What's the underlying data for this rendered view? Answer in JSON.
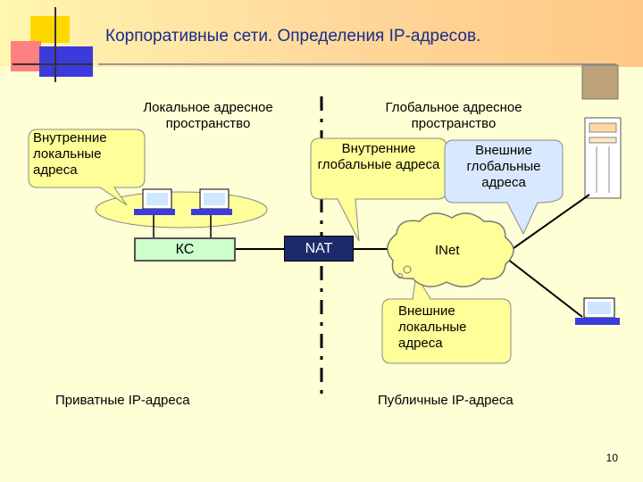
{
  "title": "Корпоративные сети. Определения IP-адресов.",
  "labels": {
    "local_space": "Локальное адресное пространство",
    "global_space": "Глобальное адресное пространство",
    "internal_local": "Внутренние локальные адреса",
    "internal_global": "Внутренние глобальные адреса",
    "external_global": "Внешние глобальные адреса",
    "external_local": "Внешние локальные адреса",
    "private": "Приватные IP-адреса",
    "public": "Публичные IP-адреса"
  },
  "nodes": {
    "ks": "КС",
    "nat": "NAT",
    "inet": "INet"
  },
  "page_number": "10",
  "colors": {
    "background": "#ffffd6",
    "title": "#1a2b8c",
    "callout": "#ffff99",
    "ks_box": "#ccffcc",
    "nat_box": "#1c2a6b",
    "cloud": "#ffff99"
  }
}
